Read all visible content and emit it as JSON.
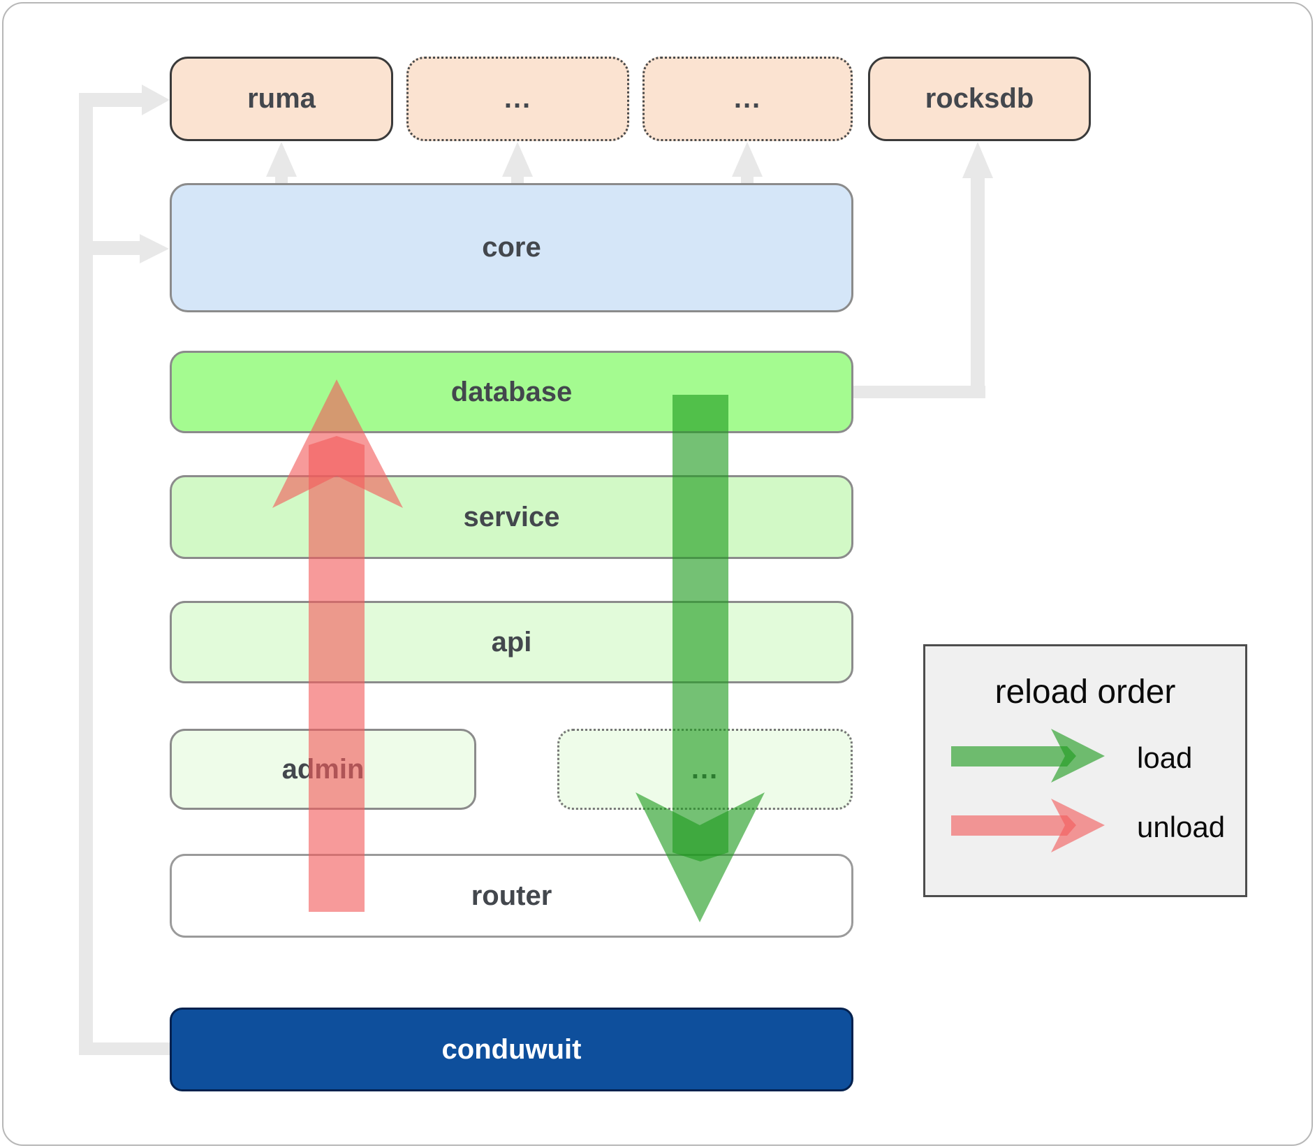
{
  "nodes": {
    "ruma": {
      "label": "ruma"
    },
    "deps_more_1": {
      "label": "..."
    },
    "deps_more_2": {
      "label": "..."
    },
    "rocksdb": {
      "label": "rocksdb"
    },
    "core": {
      "label": "core"
    },
    "database": {
      "label": "database"
    },
    "service": {
      "label": "service"
    },
    "api": {
      "label": "api"
    },
    "admin": {
      "label": "admin"
    },
    "crates_more": {
      "label": "..."
    },
    "router": {
      "label": "router"
    },
    "conduwuit": {
      "label": "conduwuit"
    }
  },
  "legend": {
    "title": "reload order",
    "load_label": "load",
    "unload_label": "unload"
  },
  "colors": {
    "load_arrow": "#1f9b1f",
    "unload_arrow": "#f25c5c",
    "connector": "#e8e8e8",
    "dependency_fill": "#fbe3d1",
    "core_fill": "#d5e6f8",
    "database_fill": "#a4fb90",
    "service_fill": "#d2f9c6",
    "api_fill": "#e2fbda",
    "admin_fill": "#eefce9",
    "router_fill": "#ffffff",
    "conduwuit_fill": "#0e4f9c",
    "conduwuit_text": "#ffffff",
    "label_text": "#43474d"
  }
}
